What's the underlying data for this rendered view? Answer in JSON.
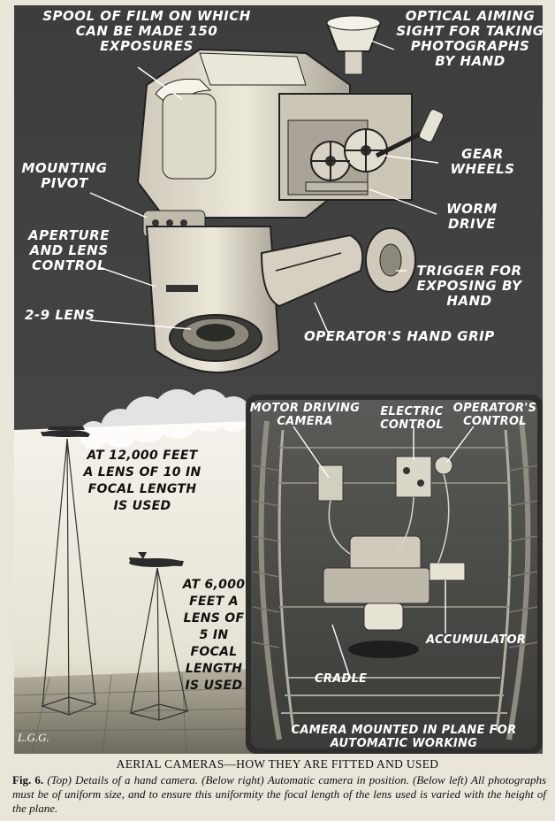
{
  "labels": {
    "spool": [
      "SPOOL OF FILM ON WHICH",
      "CAN BE MADE 150",
      "EXPOSURES"
    ],
    "sight": [
      "OPTICAL AIMING",
      "SIGHT FOR TAKING",
      "PHOTOGRAPHS",
      "BY HAND"
    ],
    "gear": [
      "GEAR",
      "WHEELS"
    ],
    "worm": [
      "WORM",
      "DRIVE"
    ],
    "pivot": [
      "MOUNTING",
      "PIVOT"
    ],
    "aperture": [
      "APERTURE",
      "AND LENS",
      "CONTROL"
    ],
    "lens": "2-9 LENS",
    "trigger": [
      "TRIGGER FOR",
      "EXPOSING BY",
      "HAND"
    ],
    "handgrip": "OPERATOR'S HAND GRIP",
    "alt12000": [
      "AT 12,000 FEET",
      "A LENS OF 10 IN",
      "FOCAL LENGTH",
      "IS USED"
    ],
    "alt6000": [
      "AT 6,000",
      "FEET A",
      "LENS OF",
      "5 IN",
      "FOCAL",
      "LENGTH",
      "IS USED"
    ],
    "motor": [
      "MOTOR DRIVING",
      "CAMERA"
    ],
    "electric": [
      "ELECTRIC",
      "CONTROL"
    ],
    "opcontrol": [
      "OPERATOR'S",
      "CONTROL"
    ],
    "cradle": "CRADLE",
    "accumulator": "ACCUMULATOR",
    "mounted": [
      "CAMERA MOUNTED IN PLANE FOR",
      "AUTOMATIC WORKING"
    ],
    "signature": "L.G.G."
  },
  "caption": {
    "title": "AERIAL CAMERAS—HOW THEY ARE FITTED AND USED",
    "fig": "Fig. 6.",
    "top_tag": "(Top)",
    "top_text": "Details of a hand camera.",
    "right_tag": "(Below right)",
    "right_text": "Automatic camera in position.",
    "left_tag": "(Below left)",
    "left_text": "All photographs must be of uniform size, and to ensure this uniformity the focal length of the lens used is varied with the height of the plane."
  }
}
